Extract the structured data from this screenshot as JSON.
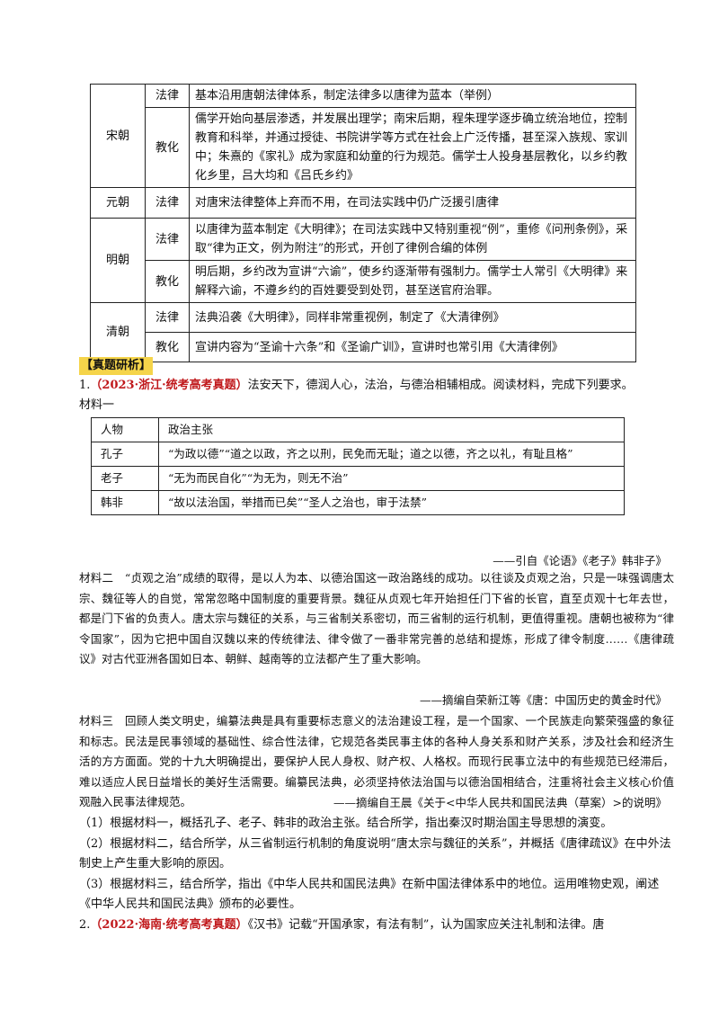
{
  "table1": {
    "rows": [
      {
        "dynasty": "宋朝",
        "items": [
          {
            "category": "法律",
            "text": "基本沿用唐朝法律体系，制定法律多以唐律为蓝本（举例）"
          },
          {
            "category": "教化",
            "text": "儒学开始向基层渗透，并发展出理学；南宋后期，程朱理学逐步确立统治地位，控制教育和科举，并通过授徒、书院讲学等方式在社会上广泛传播，甚至深入族规、家训中；朱熹的《家礼》成为家庭和幼童的行为规范。儒学士人投身基层教化，以乡约教化乡里，吕大均和《吕氏乡约》"
          }
        ]
      },
      {
        "dynasty": "元朝",
        "items": [
          {
            "category": "法律",
            "text": "对唐宋法律整体上弃而不用，在司法实践中仍广泛援引唐律"
          }
        ]
      },
      {
        "dynasty": "明朝",
        "items": [
          {
            "category": "法律",
            "text": "以唐律为蓝本制定《大明律》；在司法实践中又特别重视“例”，重修《问刑条例》，采取“律为正文，例为附注”的形式，开创了律例合编的体例"
          },
          {
            "category": "教化",
            "text": "明后期，乡约改为宣讲“六谕”，使乡约逐渐带有强制力。儒学士人常引《大明律》来解释六谕，不遵乡约的百姓要受到处罚，甚至送官府治罪。"
          }
        ]
      },
      {
        "dynasty": "清朝",
        "items": [
          {
            "category": "法律",
            "text": "法典沿袭《大明律》，同样非常重视例，制定了《大清律例》"
          },
          {
            "category": "教化",
            "text": "宣讲内容为“圣谕十六条”和《圣谕广训》，宣讲时也常引用《大清律例》"
          }
        ]
      }
    ]
  },
  "section_heading": "【真题研析】",
  "q1": {
    "number": "1.",
    "source": "（2023·浙江·统考高考真题）",
    "stem": "法安天下，德润人心，法治，与德治相辅相成。阅读材料，完成下列要求。",
    "material1_label": "材料一",
    "table": {
      "header": [
        "人物",
        "政治主张"
      ],
      "rows": [
        [
          "孔子",
          "“为政以德”“道之以政，齐之以刑，民免而无耻；道之以德，齐之以礼，有耻且格”"
        ],
        [
          "老子",
          "“无为而民自化”“为无为，则无不治”"
        ],
        [
          "韩非",
          "“故以法治国，举措而已矣”“圣人之治也，审于法禁”"
        ]
      ]
    },
    "material1_cite": "——引自《论语》《老子》韩非子》",
    "material2": "材料二　“贞观之治”成绩的取得，是以人为本、以德治国这一政治路线的成功。以往谈及贞观之治，只是一味强调唐太宗、魏征等人的自觉，常常忽略中国制度的重要背景。魏征从贞观七年开始担任门下省的长官，直至贞观十七年去世，都是门下省的负责人。唐太宗与魏征的关系，与三省制关系密切，而三省制的运行机制，更值得重视。唐朝也被称为“律令国家”，因为它把中国自汉魏以来的传统律法、律令做了一番非常完善的总结和提炼，形成了律令制度……《唐律疏议》对古代亚洲各国如日本、朝鲜、越南等的立法都产生了重大影响。",
    "material2_cite": "——摘编自荣新江等《唐：中国历史的黄金时代》",
    "material3": "材料三　回顾人类文明史，编纂法典是具有重要标志意义的法治建设工程，是一个国家、一个民族走向繁荣强盛的象征和标志。民法是民事领域的基础性、综合性法律，它规范各类民事主体的各种人身关系和财产关系，涉及社会和经济生活的方方面面。党的十九大明确提出，要保护人民人身权、财产权、人格权。而现行民事立法中的有些规范已经滞后，难以适应人民日益增长的美好生活需要。编纂民法典，必须坚持依法治国与以德治国相结合，注重将社会主义核心价值观融入民事法律规范。",
    "material3_cite": "——摘编自王晨《关于<中华人民共和国民法典（草案）>的说明》",
    "sub1": "（1）根据材料一，概括孔子、老子、韩非的政治主张。结合所学，指出秦汉时期治国主导思想的演变。",
    "sub2": "（2）根据材料二，结合所学，从三省制运行机制的角度说明“唐太宗与魏征的关系”，并概括《唐律疏议》在中外法制史上产生重大影响的原因。",
    "sub3": "（3）根据材料三，结合所学，指出《中华人民共和国民法典》在新中国法律体系中的地位。运用唯物史观，阐述《中华人民共和国民法典》颁布的必要性。"
  },
  "q2": {
    "number": "2.",
    "source": "（2022·海南·统考高考真题）",
    "stem": "《汉书》记载“开国承家，有法有制”，认为国家应关注礼制和法律。唐"
  },
  "colors": {
    "source_red": "#c0181b",
    "heading_highlight": "#f5d44a"
  }
}
